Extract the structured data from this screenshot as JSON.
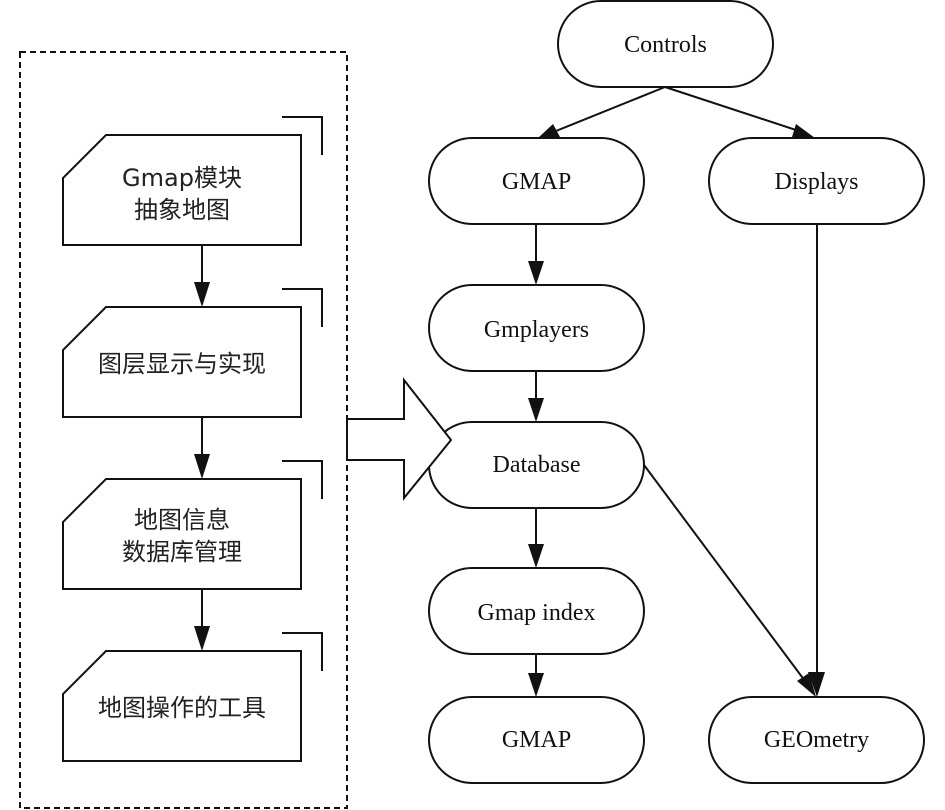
{
  "diagram": {
    "left_panel": {
      "cards": [
        {
          "id": "card-gmap-module",
          "lines": [
            "Gmap模块",
            "抽象地图"
          ]
        },
        {
          "id": "card-layer-display",
          "lines": [
            "图层显示与实现"
          ]
        },
        {
          "id": "card-map-db",
          "lines": [
            "地图信息",
            "数据库管理"
          ]
        },
        {
          "id": "card-map-tools",
          "lines": [
            "地图操作的工具"
          ]
        }
      ],
      "edges": [
        {
          "from": "card-gmap-module",
          "to": "card-layer-display"
        },
        {
          "from": "card-layer-display",
          "to": "card-map-db"
        },
        {
          "from": "card-map-db",
          "to": "card-map-tools"
        }
      ]
    },
    "connector": {
      "from": "left_panel",
      "to": "node-database",
      "style": "block-arrow"
    },
    "right_panel": {
      "nodes": [
        {
          "id": "node-controls",
          "label": "Controls"
        },
        {
          "id": "node-gmap-top",
          "label": "GMAP"
        },
        {
          "id": "node-displays",
          "label": "Displays"
        },
        {
          "id": "node-gmplayers",
          "label": "Gmplayers"
        },
        {
          "id": "node-database",
          "label": "Database"
        },
        {
          "id": "node-gmap-index",
          "label": "Gmap index"
        },
        {
          "id": "node-gmap-bottom",
          "label": "GMAP"
        },
        {
          "id": "node-geometry",
          "label": "GEOmetry"
        }
      ],
      "edges": [
        {
          "from": "node-controls",
          "to": "node-gmap-top"
        },
        {
          "from": "node-controls",
          "to": "node-displays"
        },
        {
          "from": "node-gmap-top",
          "to": "node-gmplayers"
        },
        {
          "from": "node-gmplayers",
          "to": "node-database"
        },
        {
          "from": "node-database",
          "to": "node-gmap-index"
        },
        {
          "from": "node-gmap-index",
          "to": "node-gmap-bottom"
        },
        {
          "from": "node-database",
          "to": "node-geometry"
        },
        {
          "from": "node-displays",
          "to": "node-geometry"
        }
      ]
    },
    "colors": {
      "line": "#111111",
      "background": "#ffffff"
    }
  }
}
